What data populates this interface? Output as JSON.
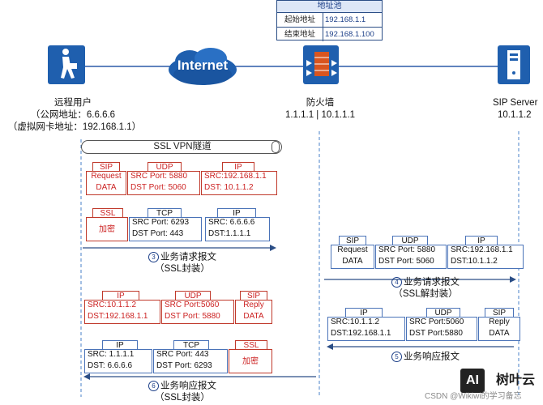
{
  "pool": {
    "title": "地址池",
    "rows": [
      {
        "key": "起始地址",
        "val": "192.168.1.1"
      },
      {
        "key": "结束地址",
        "val": "192.168.1.100"
      }
    ]
  },
  "nodes": {
    "remote": {
      "name": "远程用户",
      "line1": "（公网地址：6.6.6.6",
      "line2": "（虚拟网卡地址：192.168.1.1）"
    },
    "internet": {
      "label": "Internet"
    },
    "firewall": {
      "name": "防火墙",
      "addr": "1.1.1.1 | 10.1.1.1"
    },
    "server": {
      "name": "SIP Server",
      "addr": "10.1.1.2"
    }
  },
  "tunnel": {
    "label": "SSL VPN隧道"
  },
  "left_req": {
    "inner": [
      {
        "tab": "SIP",
        "l1": "Request",
        "l2": "DATA"
      },
      {
        "tab": "UDP",
        "l1": "SRC Port: 5880",
        "l2": "DST Port: 5060"
      },
      {
        "tab": "IP",
        "l1": "SRC:192.168.1.1",
        "l2": "DST: 10.1.1.2"
      }
    ],
    "outer": [
      {
        "tab": "SSL",
        "l1": "加密"
      },
      {
        "tab": "TCP",
        "l1": "SRC Port: 6293",
        "l2": "DST Port:  443"
      },
      {
        "tab": "IP",
        "l1": "SRC: 6.6.6.6",
        "l2": "DST:1.1.1.1"
      }
    ],
    "num": "3",
    "cap1": "业务请求报文",
    "cap2": "（SSL封装）"
  },
  "left_resp": {
    "inner": [
      {
        "tab": "IP",
        "l1": "SRC:10.1.1.2",
        "l2": "DST:192.168.1.1"
      },
      {
        "tab": "UDP",
        "l1": "SRC Port:5060",
        "l2": "DST Port: 5880"
      },
      {
        "tab": "SIP",
        "l1": "Reply",
        "l2": "DATA"
      }
    ],
    "outer": [
      {
        "tab": "IP",
        "l1": "SRC:  1.1.1.1",
        "l2": "DST:  6.6.6.6"
      },
      {
        "tab": "TCP",
        "l1": "SRC Port:  443",
        "l2": "DST Port: 6293"
      },
      {
        "tab": "SSL",
        "l1": "加密"
      }
    ],
    "num": "6",
    "cap1": "业务响应报文",
    "cap2": "（SSL封装）"
  },
  "right_req": {
    "cells": [
      {
        "tab": "SIP",
        "l1": "Request",
        "l2": "DATA"
      },
      {
        "tab": "UDP",
        "l1": "SRC Port: 5880",
        "l2": "DST Port: 5060"
      },
      {
        "tab": "IP",
        "l1": "SRC:192.168.1.1",
        "l2": "DST:10.1.1.2"
      }
    ],
    "num": "4",
    "cap1": "业务请求报文",
    "cap2": "（SSL解封装）"
  },
  "right_resp": {
    "cells": [
      {
        "tab": "IP",
        "l1": "SRC:10.1.1.2",
        "l2": "DST:192.168.1.1"
      },
      {
        "tab": "UDP",
        "l1": "SRC Port:5060",
        "l2": "DST Port:5880"
      },
      {
        "tab": "SIP",
        "l1": "Reply",
        "l2": "DATA"
      }
    ],
    "num": "5",
    "cap1": "业务响应报文"
  },
  "watermark": {
    "logo": "AI",
    "brand": "树叶云",
    "credit": "CSDN @Wikiwi的学习备忘"
  }
}
